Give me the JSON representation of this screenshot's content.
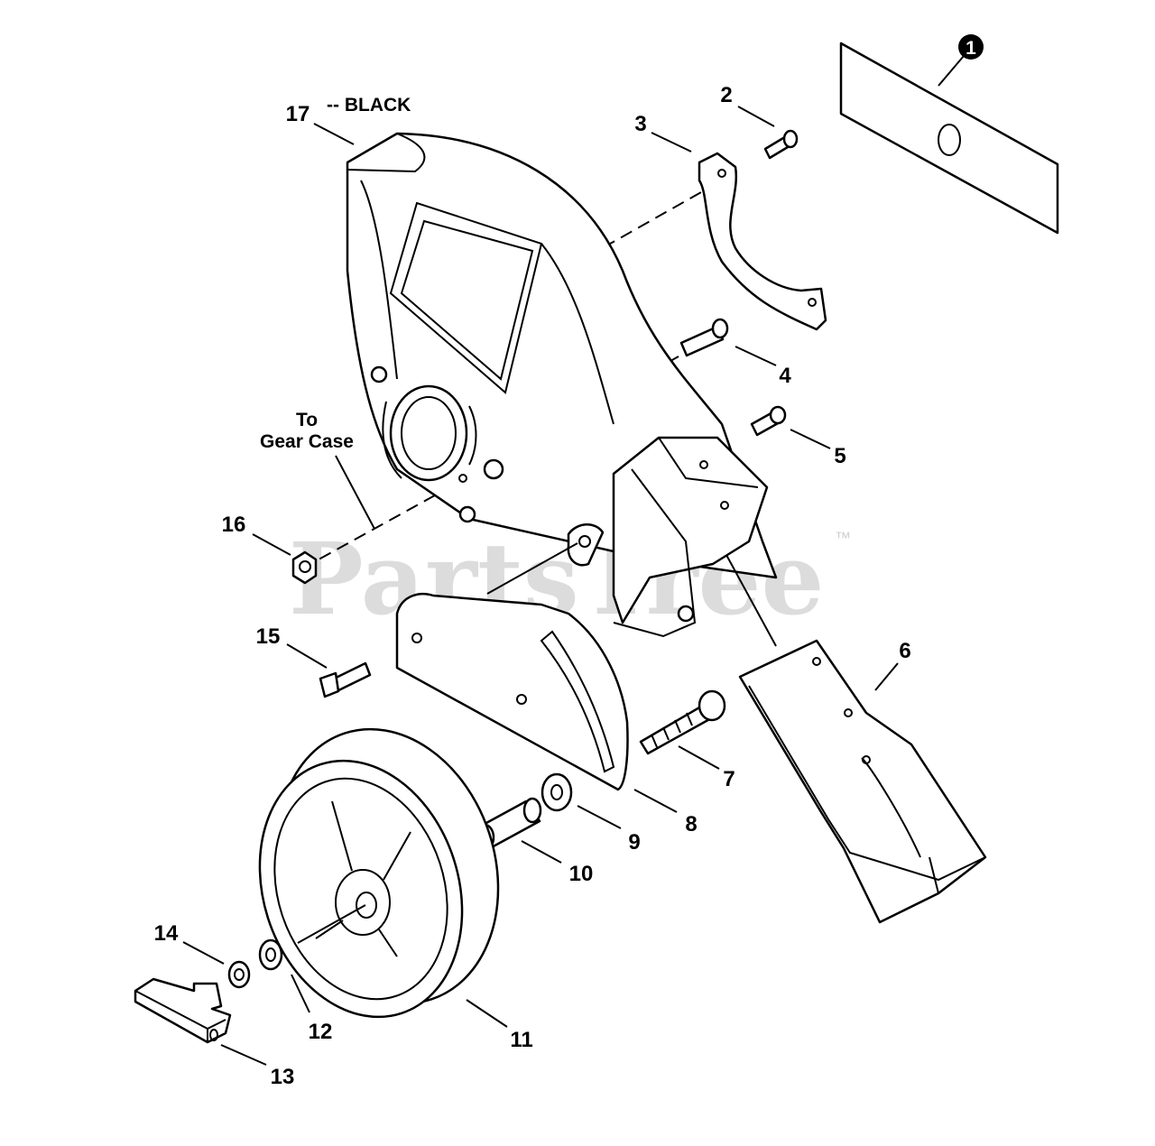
{
  "diagram": {
    "watermark": "PartsTree",
    "watermark_tm": "™",
    "color_note": "-- BLACK",
    "callout_note_line1": "To",
    "callout_note_line2": "Gear Case",
    "callouts": [
      {
        "id": "c1",
        "label": "1"
      },
      {
        "id": "c2",
        "label": "2"
      },
      {
        "id": "c3",
        "label": "3"
      },
      {
        "id": "c4",
        "label": "4"
      },
      {
        "id": "c5",
        "label": "5"
      },
      {
        "id": "c6",
        "label": "6"
      },
      {
        "id": "c7",
        "label": "7"
      },
      {
        "id": "c8",
        "label": "8"
      },
      {
        "id": "c9",
        "label": "9"
      },
      {
        "id": "c10",
        "label": "10"
      },
      {
        "id": "c11",
        "label": "11"
      },
      {
        "id": "c12",
        "label": "12"
      },
      {
        "id": "c13",
        "label": "13"
      },
      {
        "id": "c14",
        "label": "14"
      },
      {
        "id": "c15",
        "label": "15"
      },
      {
        "id": "c16",
        "label": "16"
      },
      {
        "id": "c17",
        "label": "17"
      }
    ]
  }
}
